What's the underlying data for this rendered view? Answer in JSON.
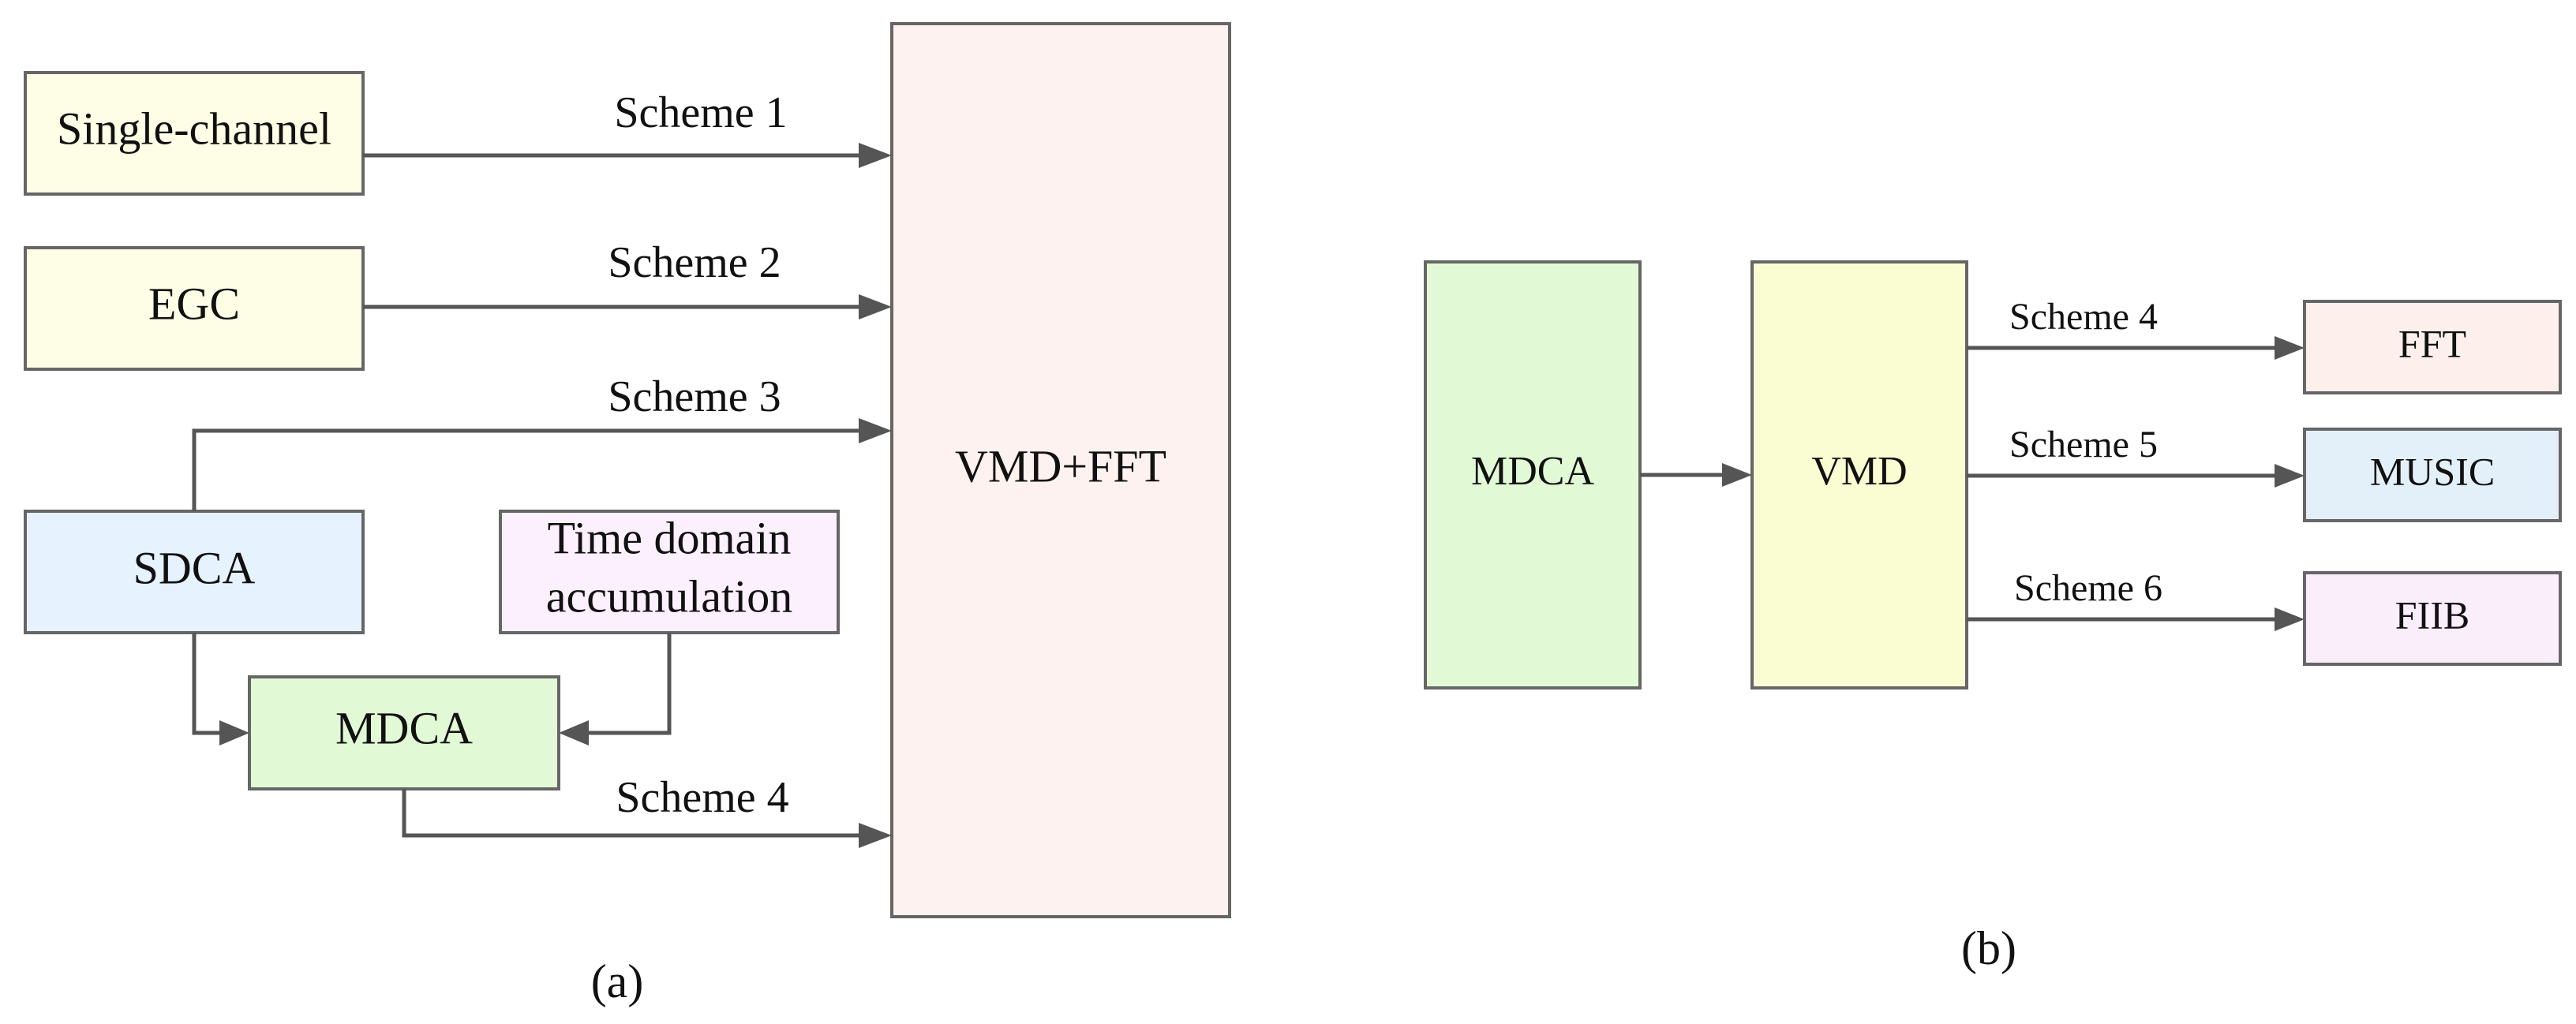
{
  "panel_a": {
    "caption": "(a)",
    "nodes": {
      "single_channel": "Single-channel",
      "egc": "EGC",
      "sdca": "SDCA",
      "time_domain_line1": "Time domain",
      "time_domain_line2": "accumulation",
      "mdca": "MDCA",
      "vmd_fft": "VMD+FFT"
    },
    "edges": {
      "scheme1": "Scheme 1",
      "scheme2": "Scheme 2",
      "scheme3": "Scheme 3",
      "scheme4": "Scheme 4"
    }
  },
  "panel_b": {
    "caption": "(b)",
    "nodes": {
      "mdca": "MDCA",
      "vmd": "VMD",
      "fft": "FFT",
      "music": "MUSIC",
      "fiib": "FIIB"
    },
    "edges": {
      "scheme4": "Scheme 4",
      "scheme5": "Scheme 5",
      "scheme6": "Scheme 6"
    }
  },
  "colors": {
    "single_channel": "#fefee6",
    "egc": "#fefee6",
    "sdca": "#e6f2fd",
    "time_domain": "#fdf0fe",
    "mdca": "#e2f9d6",
    "vmd_fft": "#fef2f0",
    "vmd": "#fafcd2",
    "fft": "#fdf0ec",
    "music": "#e3f0fa",
    "fiib": "#fbeefb",
    "border": "#666666",
    "arrow": "#555555"
  }
}
